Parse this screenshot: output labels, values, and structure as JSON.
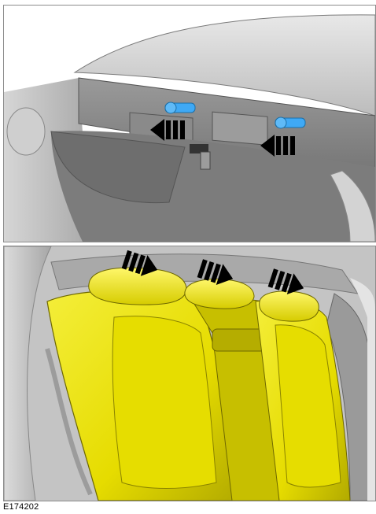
{
  "figure": {
    "id": "E174202"
  },
  "colors": {
    "panel_bg": "#c9c9c9",
    "body_light": "#d8d8d8",
    "body_dark": "#8e8e8e",
    "seat_yellow": "#f0ea00",
    "seat_shadow": "#b8b000",
    "clip_blue": "#3fa9f5",
    "arrow": "#000000"
  },
  "panels": [
    {
      "view": "upper",
      "arrow_count": 2,
      "clip_count": 2
    },
    {
      "view": "lower",
      "arrow_count": 3,
      "headrest_count": 3
    }
  ]
}
